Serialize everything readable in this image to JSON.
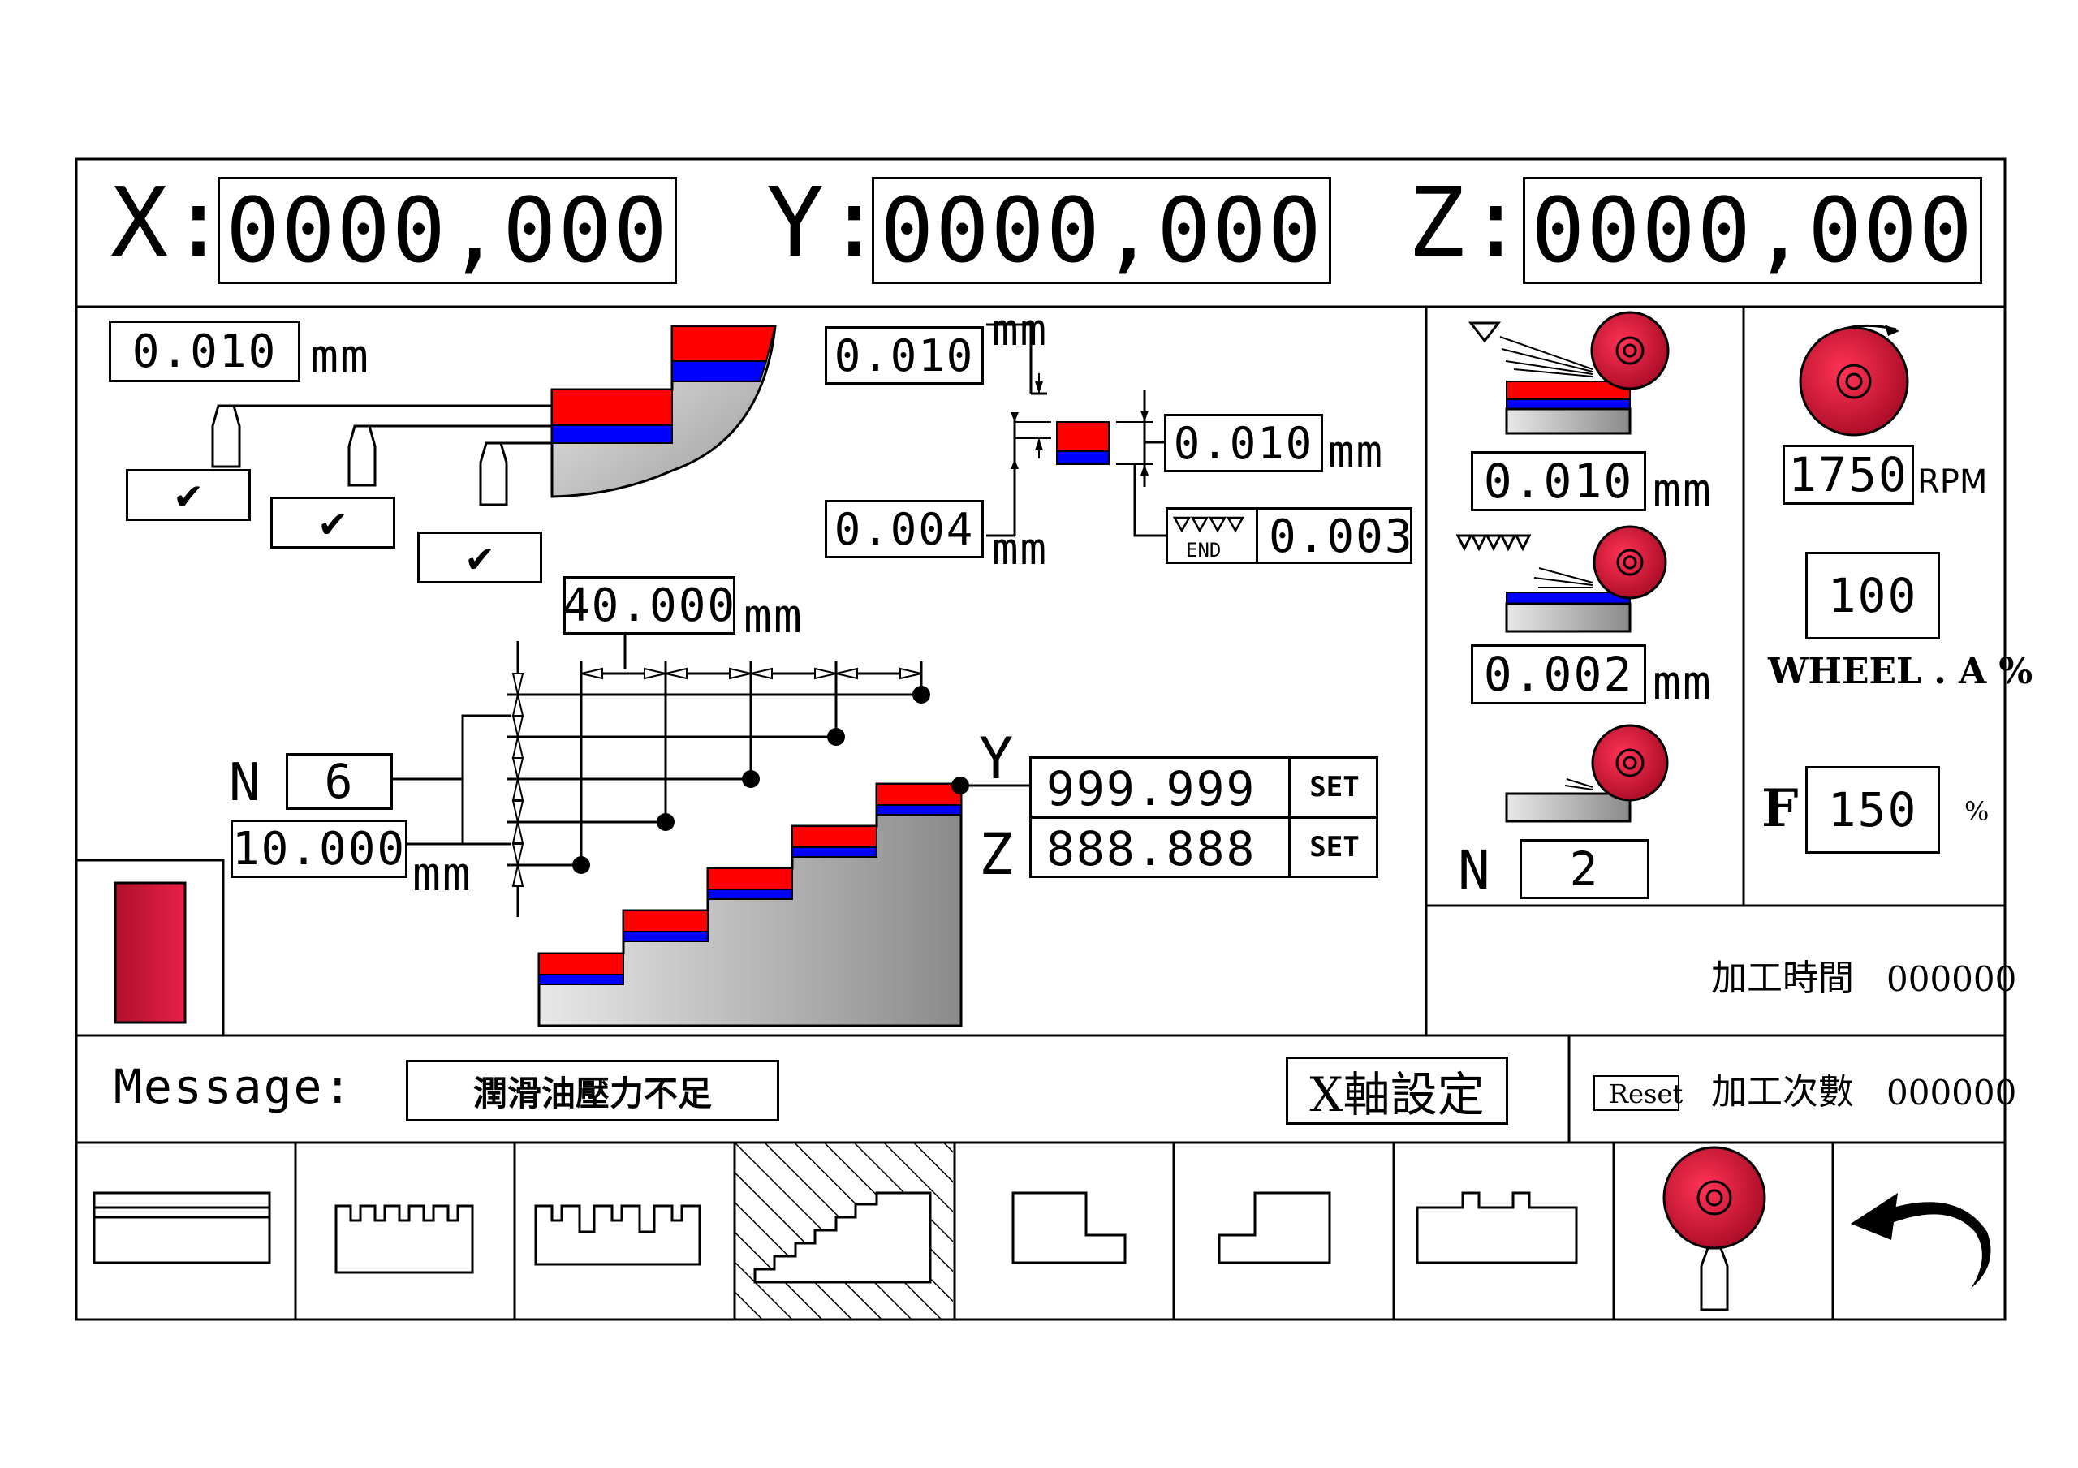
{
  "axes": [
    {
      "label": "X:",
      "value": "0000,000"
    },
    {
      "label": "Y:",
      "value": "0000,000"
    },
    {
      "label": "Z:",
      "value": "0000,000"
    }
  ],
  "units": {
    "mm": "mm"
  },
  "left_panel": {
    "top_feed": "0.010",
    "checkboxes": [
      "✔",
      "✔",
      "✔"
    ],
    "depth_top": "0.010",
    "depth_bottom": "0.004",
    "depth_right": "0.010",
    "end_label": "END",
    "end_value": "0.003",
    "step_length": "40.000",
    "count_label": "N",
    "count_value": "6",
    "step_height": "10.000",
    "y_label": "Y",
    "y_value": "999.999",
    "z_label": "Z",
    "z_value": "888.888",
    "set_label": "SET"
  },
  "wheel_panel": {
    "rough_value": "0.010",
    "fine_value": "0.002",
    "spark_label": "N",
    "spark_value": "2"
  },
  "spindle_panel": {
    "rpm_value": "1750",
    "rpm_unit": "RPM",
    "wheel_value": "100",
    "wheel_label": "WHEEL . A %",
    "feed_label": "F",
    "feed_value": "150",
    "feed_unit": "%"
  },
  "stats": {
    "time_label": "加工時間",
    "time_value": "000000",
    "count_label": "加工次數",
    "count_value": "000000",
    "reset_label": "Reset"
  },
  "message": {
    "label": "Message:",
    "text": "潤滑油壓力不足",
    "axis_button": "X軸設定"
  },
  "colors": {
    "red": "#ff0000",
    "blue": "#0000ff",
    "wheel": "#cc1133",
    "grey_light": "#e0e0e0",
    "grey_dark": "#888888"
  },
  "toolbar": [
    "flat-grind-icon",
    "slot-grind-icon",
    "multi-slot-icon",
    "step-grind-icon",
    "shoulder-left-icon",
    "shoulder-right-icon",
    "boss-grind-icon",
    "wheel-dress-icon",
    "back-arrow-icon"
  ]
}
